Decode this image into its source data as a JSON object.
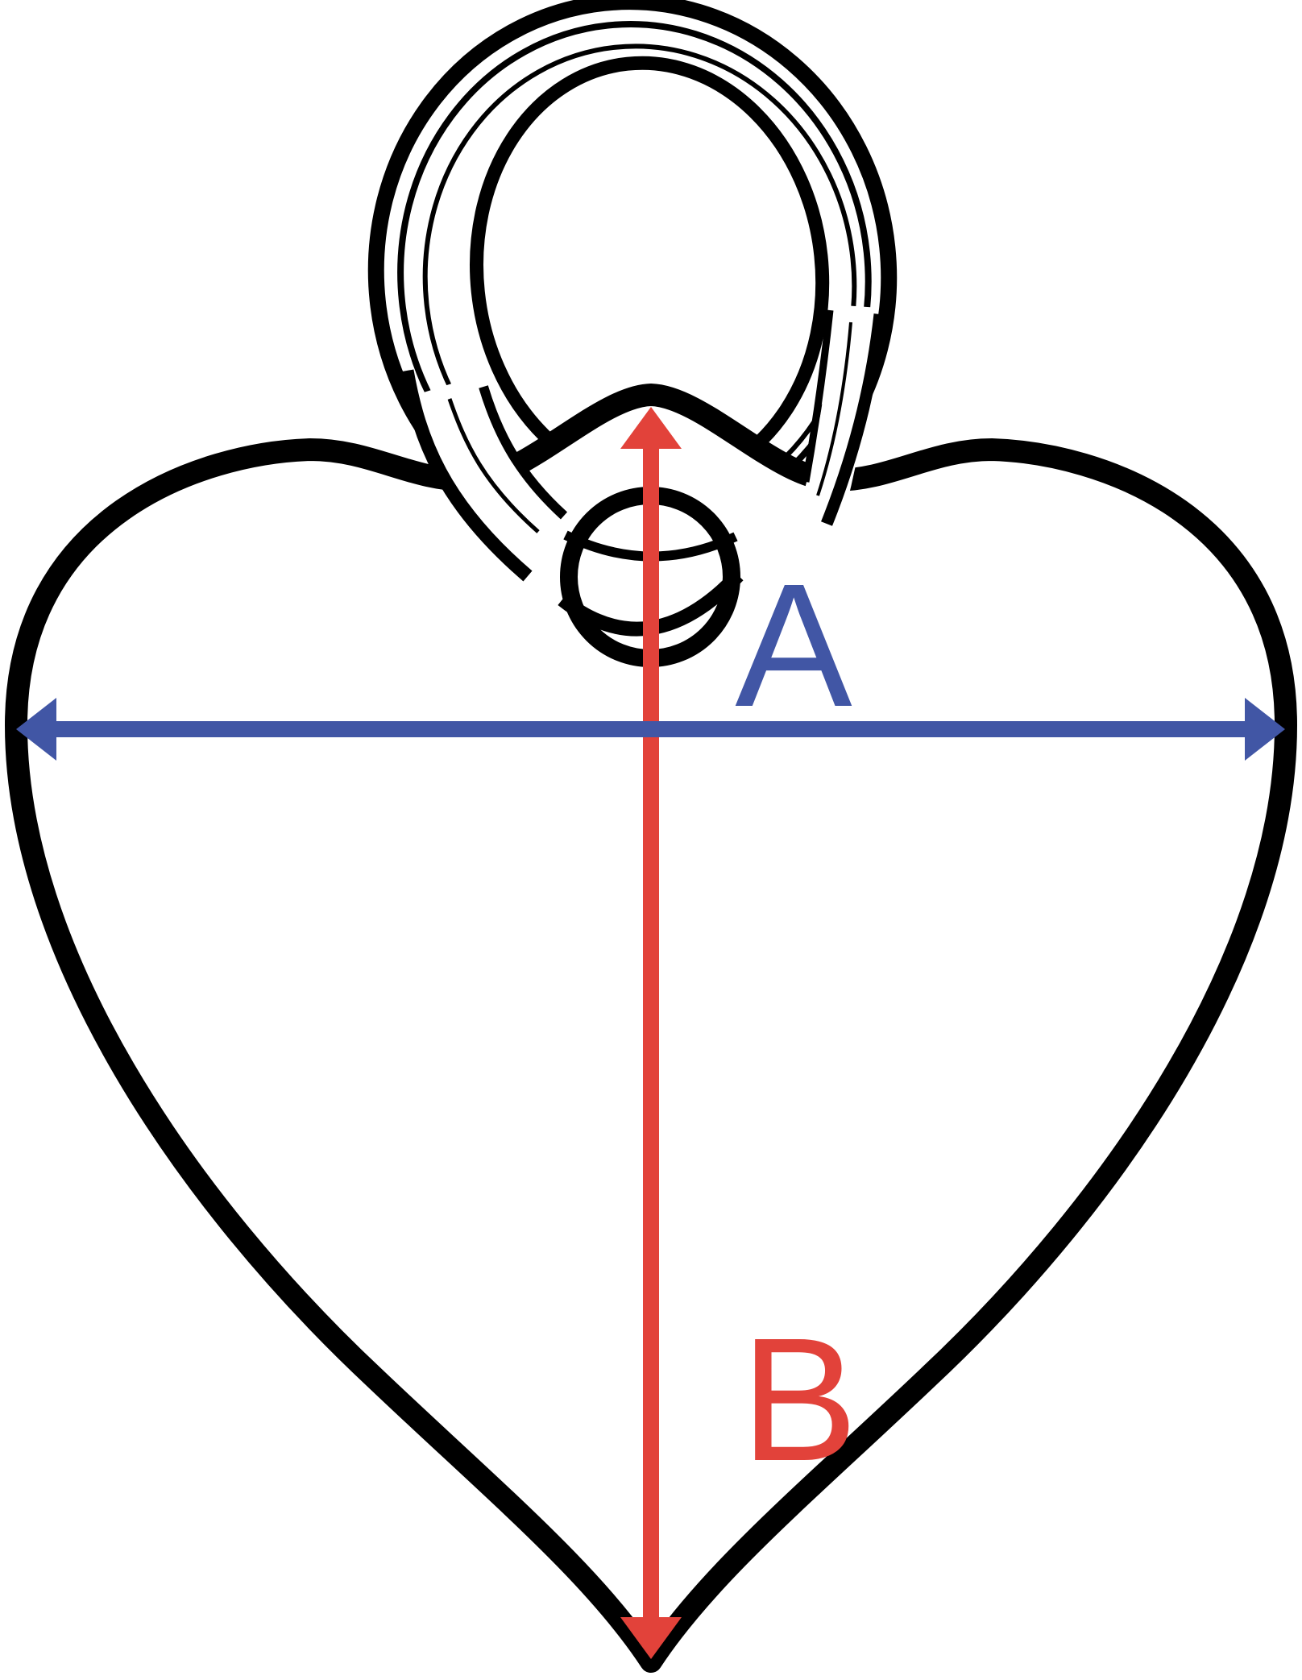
{
  "figure": {
    "subject": "heart-tag-with-key-ring-measurement-diagram",
    "labels": {
      "width": "A",
      "height": "B"
    },
    "colors": {
      "outline": "#000000",
      "background": "#ffffff",
      "width_arrow": "#4156A5",
      "height_arrow": "#E2423A"
    }
  }
}
